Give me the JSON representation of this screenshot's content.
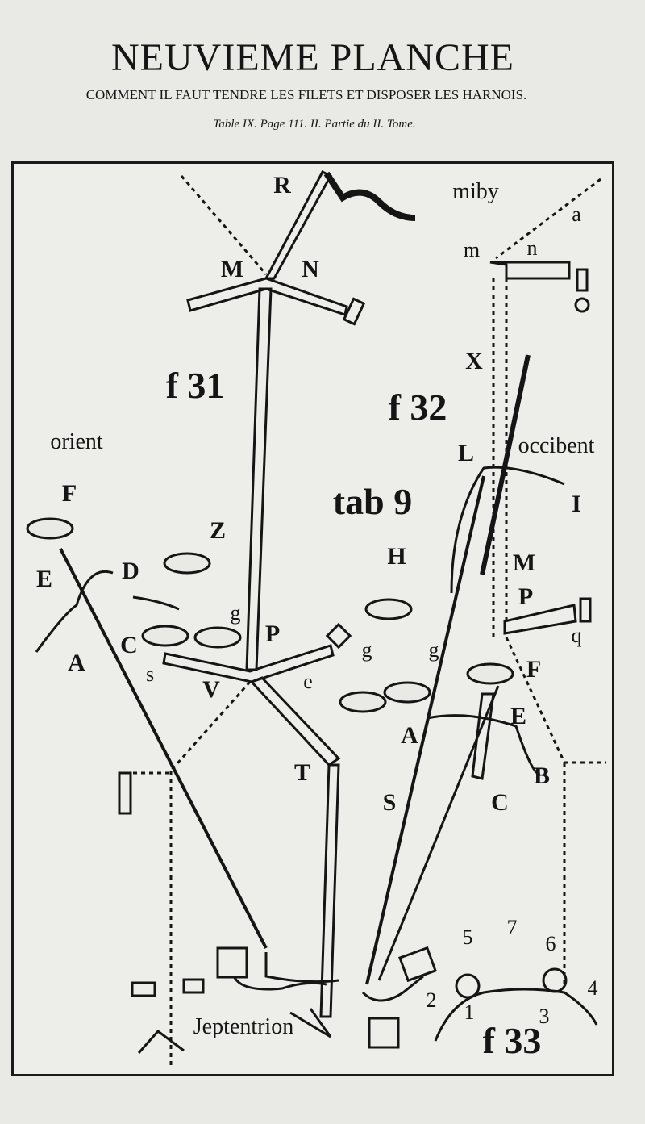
{
  "header": {
    "title": "NEUVIEME PLANCHE",
    "subtitle": "COMMENT IL FAUT TENDRE LES FILETS ET DISPOSER LES HARNOIS.",
    "reference": "Table IX. Page 111. II. Partie du II. Tome."
  },
  "diagram": {
    "labels": [
      "R",
      "miby",
      "a",
      "M",
      "N",
      "m",
      "n",
      "o",
      "X",
      "f 31",
      "f 32",
      "orient",
      "L",
      "occibent",
      "tab 9",
      "I",
      "F",
      "Z",
      "H",
      "E",
      "D",
      "M",
      "P",
      "q",
      "A",
      "C",
      "s",
      "g",
      "P",
      "g",
      "g",
      "F",
      "V",
      "e",
      "E",
      "A",
      "B",
      "T",
      "S",
      "C",
      "Jeptentrion",
      "5",
      "7",
      "6",
      "4",
      "2",
      "1",
      "3",
      "f 33"
    ]
  }
}
